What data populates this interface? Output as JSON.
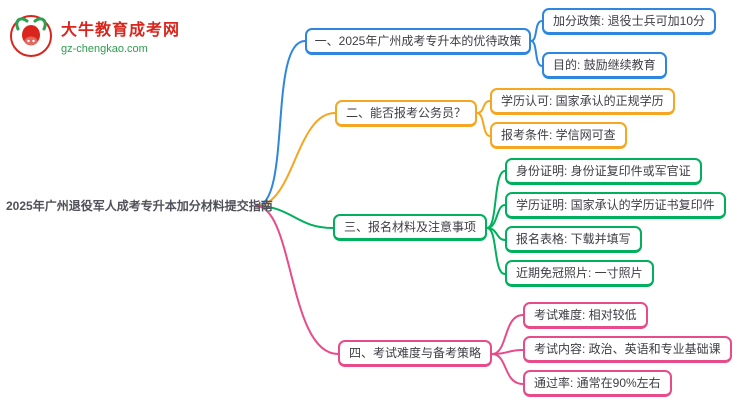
{
  "colors": {
    "blue": "#2e86de",
    "orange": "#f5a623",
    "green": "#00b05c",
    "pink": "#e84b8a",
    "logo-red": "#d9251c",
    "logo-green": "#2e9e4f",
    "text": "#3d3d44"
  },
  "logo": {
    "title": "大牛教育成考网",
    "url": "gz-chengkao.com",
    "icon": "bull-icon"
  },
  "root": {
    "label": "2025年广州退役军人成考专升本加分材料提交指南"
  },
  "branches": [
    {
      "label": "一、2025年广州成考专升本的优待政策",
      "color": "#2e86de",
      "children": [
        {
          "label": "加分政策: 退役士兵可加10分"
        },
        {
          "label": "目的: 鼓励继续教育"
        }
      ]
    },
    {
      "label": "二、能否报考公务员？",
      "color": "#f5a623",
      "children": [
        {
          "label": "学历认可: 国家承认的正规学历"
        },
        {
          "label": "报考条件: 学信网可查"
        }
      ]
    },
    {
      "label": "三、报名材料及注意事项",
      "color": "#00b05c",
      "children": [
        {
          "label": "身份证明: 身份证复印件或军官证"
        },
        {
          "label": "学历证明: 国家承认的学历证书复印件"
        },
        {
          "label": "报名表格: 下载并填写"
        },
        {
          "label": "近期免冠照片: 一寸照片"
        }
      ]
    },
    {
      "label": "四、考试难度与备考策略",
      "color": "#e84b8a",
      "children": [
        {
          "label": "考试难度: 相对较低"
        },
        {
          "label": "考试内容: 政治、英语和专业基础课"
        },
        {
          "label": "通过率: 通常在90%左右"
        }
      ]
    }
  ]
}
